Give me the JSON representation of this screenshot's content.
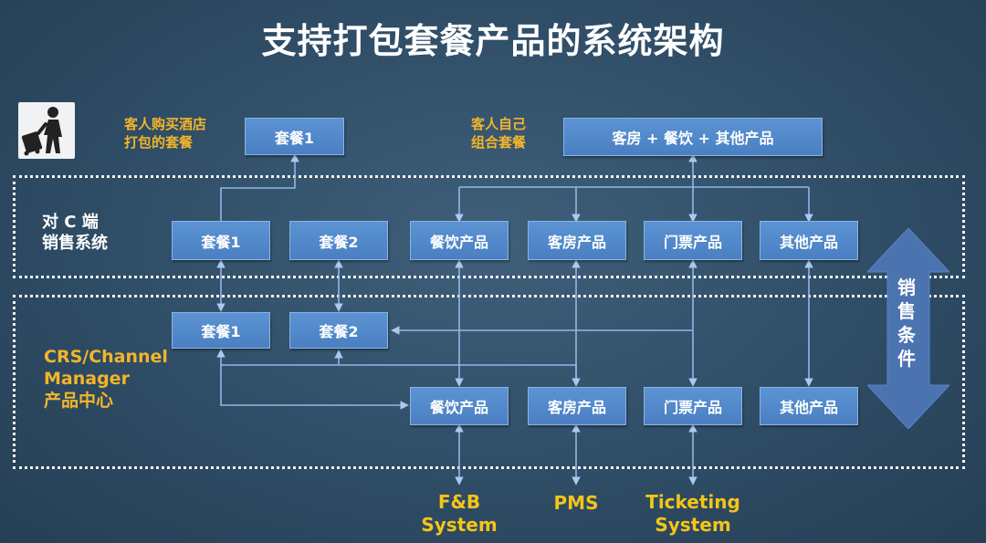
{
  "title": "支持打包套餐产品的系统架构",
  "labels": {
    "hotel_pkg_line1": "客人购买酒店",
    "hotel_pkg_line2": "打包的套餐",
    "self_combo_line1": "客人自己",
    "self_combo_line2": "组合套餐",
    "to_c_line1": "对 C 端",
    "to_c_line2": "销售系统",
    "crs_line1": "CRS/Channel",
    "crs_line2": "Manager",
    "crs_line3": "产品中心"
  },
  "boxes": {
    "top_pkg1": "套餐1",
    "top_combo": "客房 + 餐饮 + 其他产品",
    "c_pkg1": "套餐1",
    "c_pkg2": "套餐2",
    "c_fb": "餐饮产品",
    "c_room": "客房产品",
    "c_ticket": "门票产品",
    "c_other": "其他产品",
    "p_pkg1": "套餐1",
    "p_pkg2": "套餐2",
    "p_fb": "餐饮产品",
    "p_room": "客房产品",
    "p_ticket": "门票产品",
    "p_other": "其他产品"
  },
  "sales_condition": [
    "销",
    "售",
    "条",
    "件"
  ],
  "systems": {
    "fb_line1": "F&B",
    "fb_line2": "System",
    "pms": "PMS",
    "ticketing_line1": "Ticketing",
    "ticketing_line2": "System"
  },
  "icons": {
    "traveler": "traveler-with-luggage-icon"
  },
  "colors": {
    "background": "#2f4d66",
    "box": "#5089cb",
    "connector": "#8fb8e8",
    "label_orange": "#f3b52a",
    "system_yellow": "#f5c518",
    "big_arrow": "#4b73b0"
  }
}
